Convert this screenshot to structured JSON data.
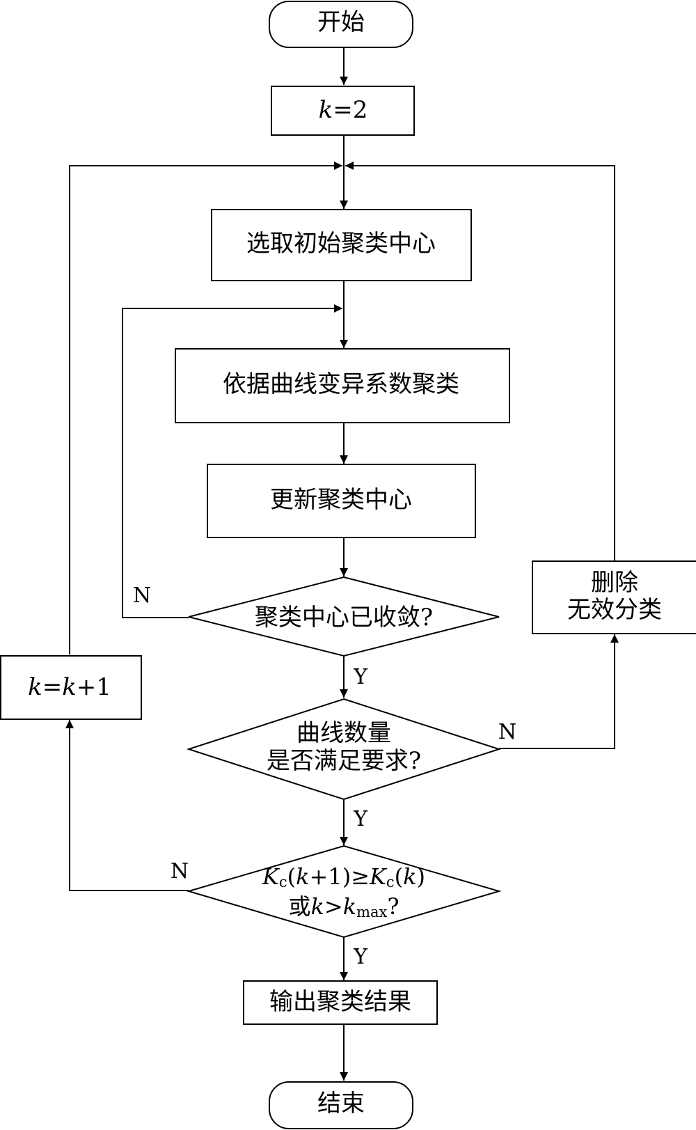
{
  "diagram": {
    "nodes": {
      "start": "开始",
      "init_k_var": "k",
      "init_k_rest": "=2",
      "select_centers": "选取初始聚类中心",
      "cluster_by_cv": "依据曲线变异系数聚类",
      "update_centers": "更新聚类中心",
      "converged": "聚类中心已收敛?",
      "count_ok_line1": "曲线数量",
      "count_ok_line2": "是否满足要求?",
      "stop_cond": {
        "K": "K",
        "c": "c",
        "paren_open": "(",
        "k": "k",
        "plus_one": "+1)",
        "geq": "≥",
        "paren_k_open": "(",
        "paren_k_close": ")",
        "or": "或",
        "gt": ">",
        "max": "max",
        "q": "?"
      },
      "delete_line1": "删除",
      "delete_line2": "无效分类",
      "increment_k": "k",
      "increment_eq": "=",
      "increment_k2": "k",
      "increment_plus": "+1",
      "output": "输出聚类结果",
      "end": "结束"
    },
    "edge_labels": {
      "converged_no": "N",
      "converged_yes": "Y",
      "count_no": "N",
      "count_yes": "Y",
      "stop_no": "N",
      "stop_yes": "Y"
    }
  }
}
